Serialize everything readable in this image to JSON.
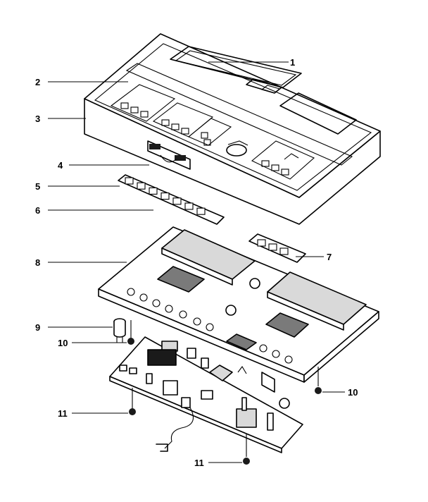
{
  "diagram": {
    "callouts": [
      {
        "id": "1",
        "label": "1"
      },
      {
        "id": "2",
        "label": "2"
      },
      {
        "id": "3",
        "label": "3"
      },
      {
        "id": "4",
        "label": "4"
      },
      {
        "id": "5",
        "label": "5"
      },
      {
        "id": "6",
        "label": "6"
      },
      {
        "id": "7",
        "label": "7"
      },
      {
        "id": "8",
        "label": "8"
      },
      {
        "id": "9",
        "label": "9"
      },
      {
        "id": "10a",
        "label": "10"
      },
      {
        "id": "10b",
        "label": "10"
      },
      {
        "id": "11a",
        "label": "11"
      },
      {
        "id": "11b",
        "label": "11"
      }
    ]
  }
}
